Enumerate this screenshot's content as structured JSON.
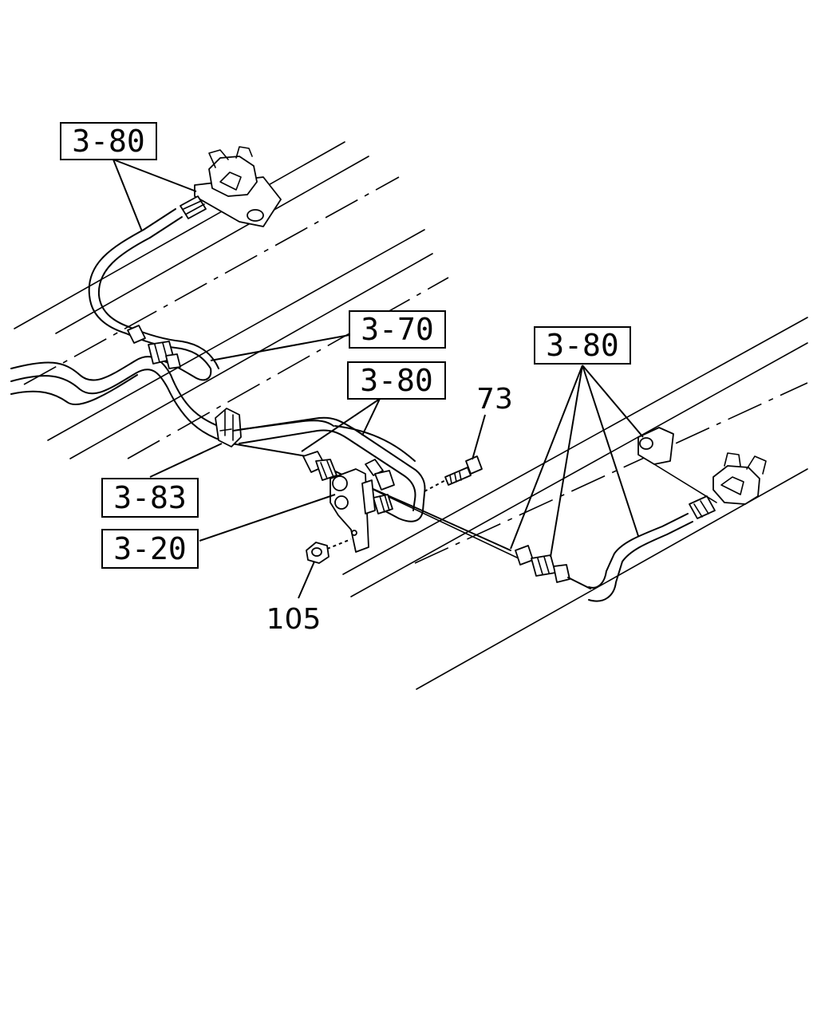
{
  "callouts": {
    "ref_top_left": "3-80",
    "ref_brake_pipe": "3-70",
    "ref_middle": "3-80",
    "ref_right": "3-80",
    "ref_clip": "3-83",
    "ref_block": "3-20"
  },
  "part_numbers": {
    "bolt": "73",
    "nut": "105"
  }
}
